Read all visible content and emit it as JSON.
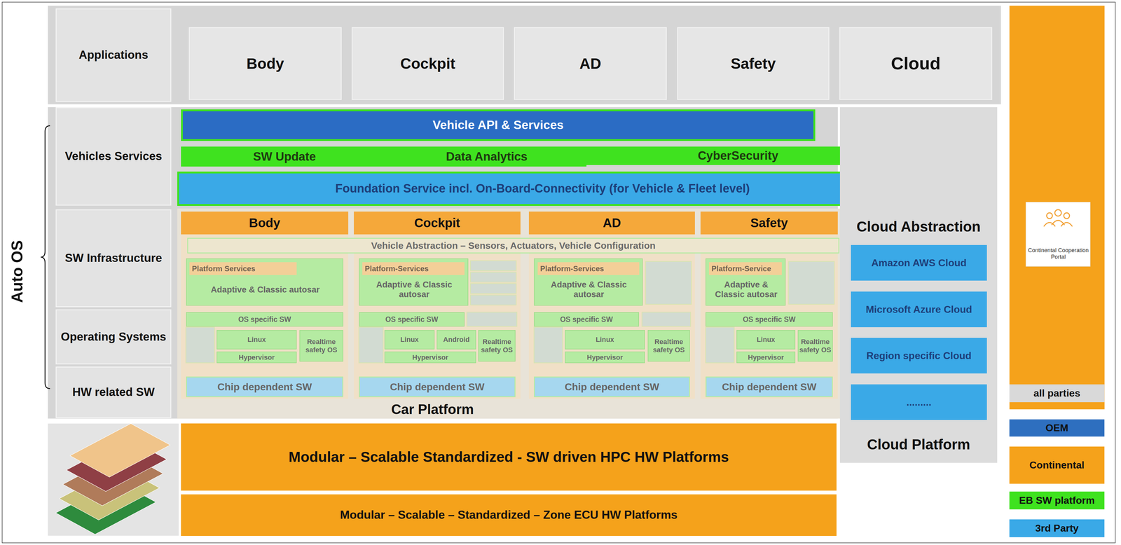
{
  "diagram": {
    "nodes": [
      {
        "text": [
          "Applications"
        ]
      },
      {
        "text": [
          "Body"
        ]
      },
      {
        "text": [
          "Cockpit"
        ]
      },
      {
        "text": [
          "AD"
        ]
      },
      {
        "text": [
          "Safety"
        ]
      },
      {
        "text": [
          "Cloud"
        ]
      },
      {
        "text": [
          "Vehicles Services"
        ]
      },
      {
        "text": [
          "Vehicle  API & Services"
        ]
      },
      {
        "text": [
          "SW Update",
          "Data Analytics"
        ]
      },
      {
        "text": [
          "CyberSecurity"
        ]
      },
      {
        "text": [
          "Foundation Service incl. On-Board-Connectivity (for Vehicle & Fleet level)"
        ]
      },
      {
        "text": [
          "SW Infrastructure"
        ]
      },
      {
        "text": [
          "Operating Systems"
        ]
      },
      {
        "text": [
          "HW related SW"
        ]
      },
      {
        "text": [
          "Car Platform"
        ]
      },
      {
        "text": [
          "Body"
        ],
        "in": 14
      },
      {
        "text": [
          "Adaptive & Classic autosar"
        ],
        "in": 15
      },
      {
        "text": [
          "Platform Services"
        ],
        "in": 16
      },
      {
        "text": [
          "OS specific SW"
        ],
        "in": 15
      },
      {
        "text": [
          "Linux"
        ],
        "in": 15
      },
      {
        "text": [
          "Realtime safety OS"
        ],
        "in": 15
      },
      {
        "text": [
          "Hypervisor"
        ],
        "in": 15
      },
      {
        "text": [
          "Chip dependent SW"
        ],
        "in": 15
      },
      {
        "text": [
          "Cockpit"
        ],
        "in": 14
      },
      {
        "text": [
          "Adaptive & Classic autosar"
        ],
        "in": 23
      },
      {
        "text": [
          "Platform-Services"
        ],
        "in": 24
      },
      {
        "text": [
          "OS specific SW"
        ],
        "in": 23
      },
      {
        "text": [
          "Linux"
        ],
        "in": 23
      },
      {
        "text": [
          "Android"
        ],
        "in": 23
      },
      {
        "text": [
          "Realtime safety OS"
        ],
        "in": 23
      },
      {
        "text": [
          "Hypervisor"
        ],
        "in": 23
      },
      {
        "text": [
          "Chip dependent SW"
        ],
        "in": 23
      },
      {
        "text": [
          "AD"
        ],
        "in": 14
      },
      {
        "text": [
          "Adaptive & Classic autosar"
        ],
        "in": 32
      },
      {
        "text": [
          "Platform-Services"
        ],
        "in": 33
      },
      {
        "text": [
          "OS specific SW"
        ],
        "in": 32
      },
      {
        "text": [
          "Linux"
        ],
        "in": 32
      },
      {
        "text": [
          "Realtime safety OS"
        ],
        "in": 32
      },
      {
        "text": [
          "Hypervisor"
        ],
        "in": 32
      },
      {
        "text": [
          "Chip dependent SW"
        ],
        "in": 32
      },
      {
        "text": [
          "Safety"
        ],
        "in": 14
      },
      {
        "text": [
          "Adaptive & Classic autosar"
        ],
        "in": 40
      },
      {
        "text": [
          "Platform-Service"
        ],
        "in": 41
      },
      {
        "text": [
          "OS specific SW"
        ],
        "in": 40
      },
      {
        "text": [
          "Linux"
        ],
        "in": 40
      },
      {
        "text": [
          "Realtime safety OS"
        ],
        "in": 40
      },
      {
        "text": [
          "Hypervisor"
        ],
        "in": 40
      },
      {
        "text": [
          "Chip dependent SW"
        ],
        "in": 40
      },
      {
        "text": [
          "Vehicle Abstraction – Sensors, Actuators, Vehicle Configuration"
        ],
        "in": 14
      },
      {
        "text": [
          "Cloud Abstraction",
          "Cloud Platform"
        ]
      },
      {
        "text": [
          "Amazon AWS Cloud"
        ],
        "in": 49
      },
      {
        "text": [
          "Microsoft Azure Cloud"
        ],
        "in": 49
      },
      {
        "text": [
          "Region specific Cloud"
        ],
        "in": 49
      },
      {
        "text": [
          "........."
        ],
        "in": 49
      },
      {
        "text": [
          "Modular – Scalable Standardized - SW driven HPC HW Platforms"
        ]
      },
      {
        "text": [
          "Modular – Scalable – Standardized – Zone ECU HW Platforms"
        ]
      },
      {
        "text": [
          "Continental Cooperation Portal"
        ]
      }
    ],
    "labels": [
      "Auto OS"
    ],
    "legend": [
      {
        "text": "all parties",
        "color": "#d9d9d9"
      },
      {
        "text": "OEM",
        "color": "#2e6fbf"
      },
      {
        "text": "Continental",
        "color": "#f5a21b"
      },
      {
        "text": "EB SW platform",
        "color": "#3fe21f"
      },
      {
        "text": "3rd Party",
        "color": "#3aa9e7"
      }
    ]
  }
}
